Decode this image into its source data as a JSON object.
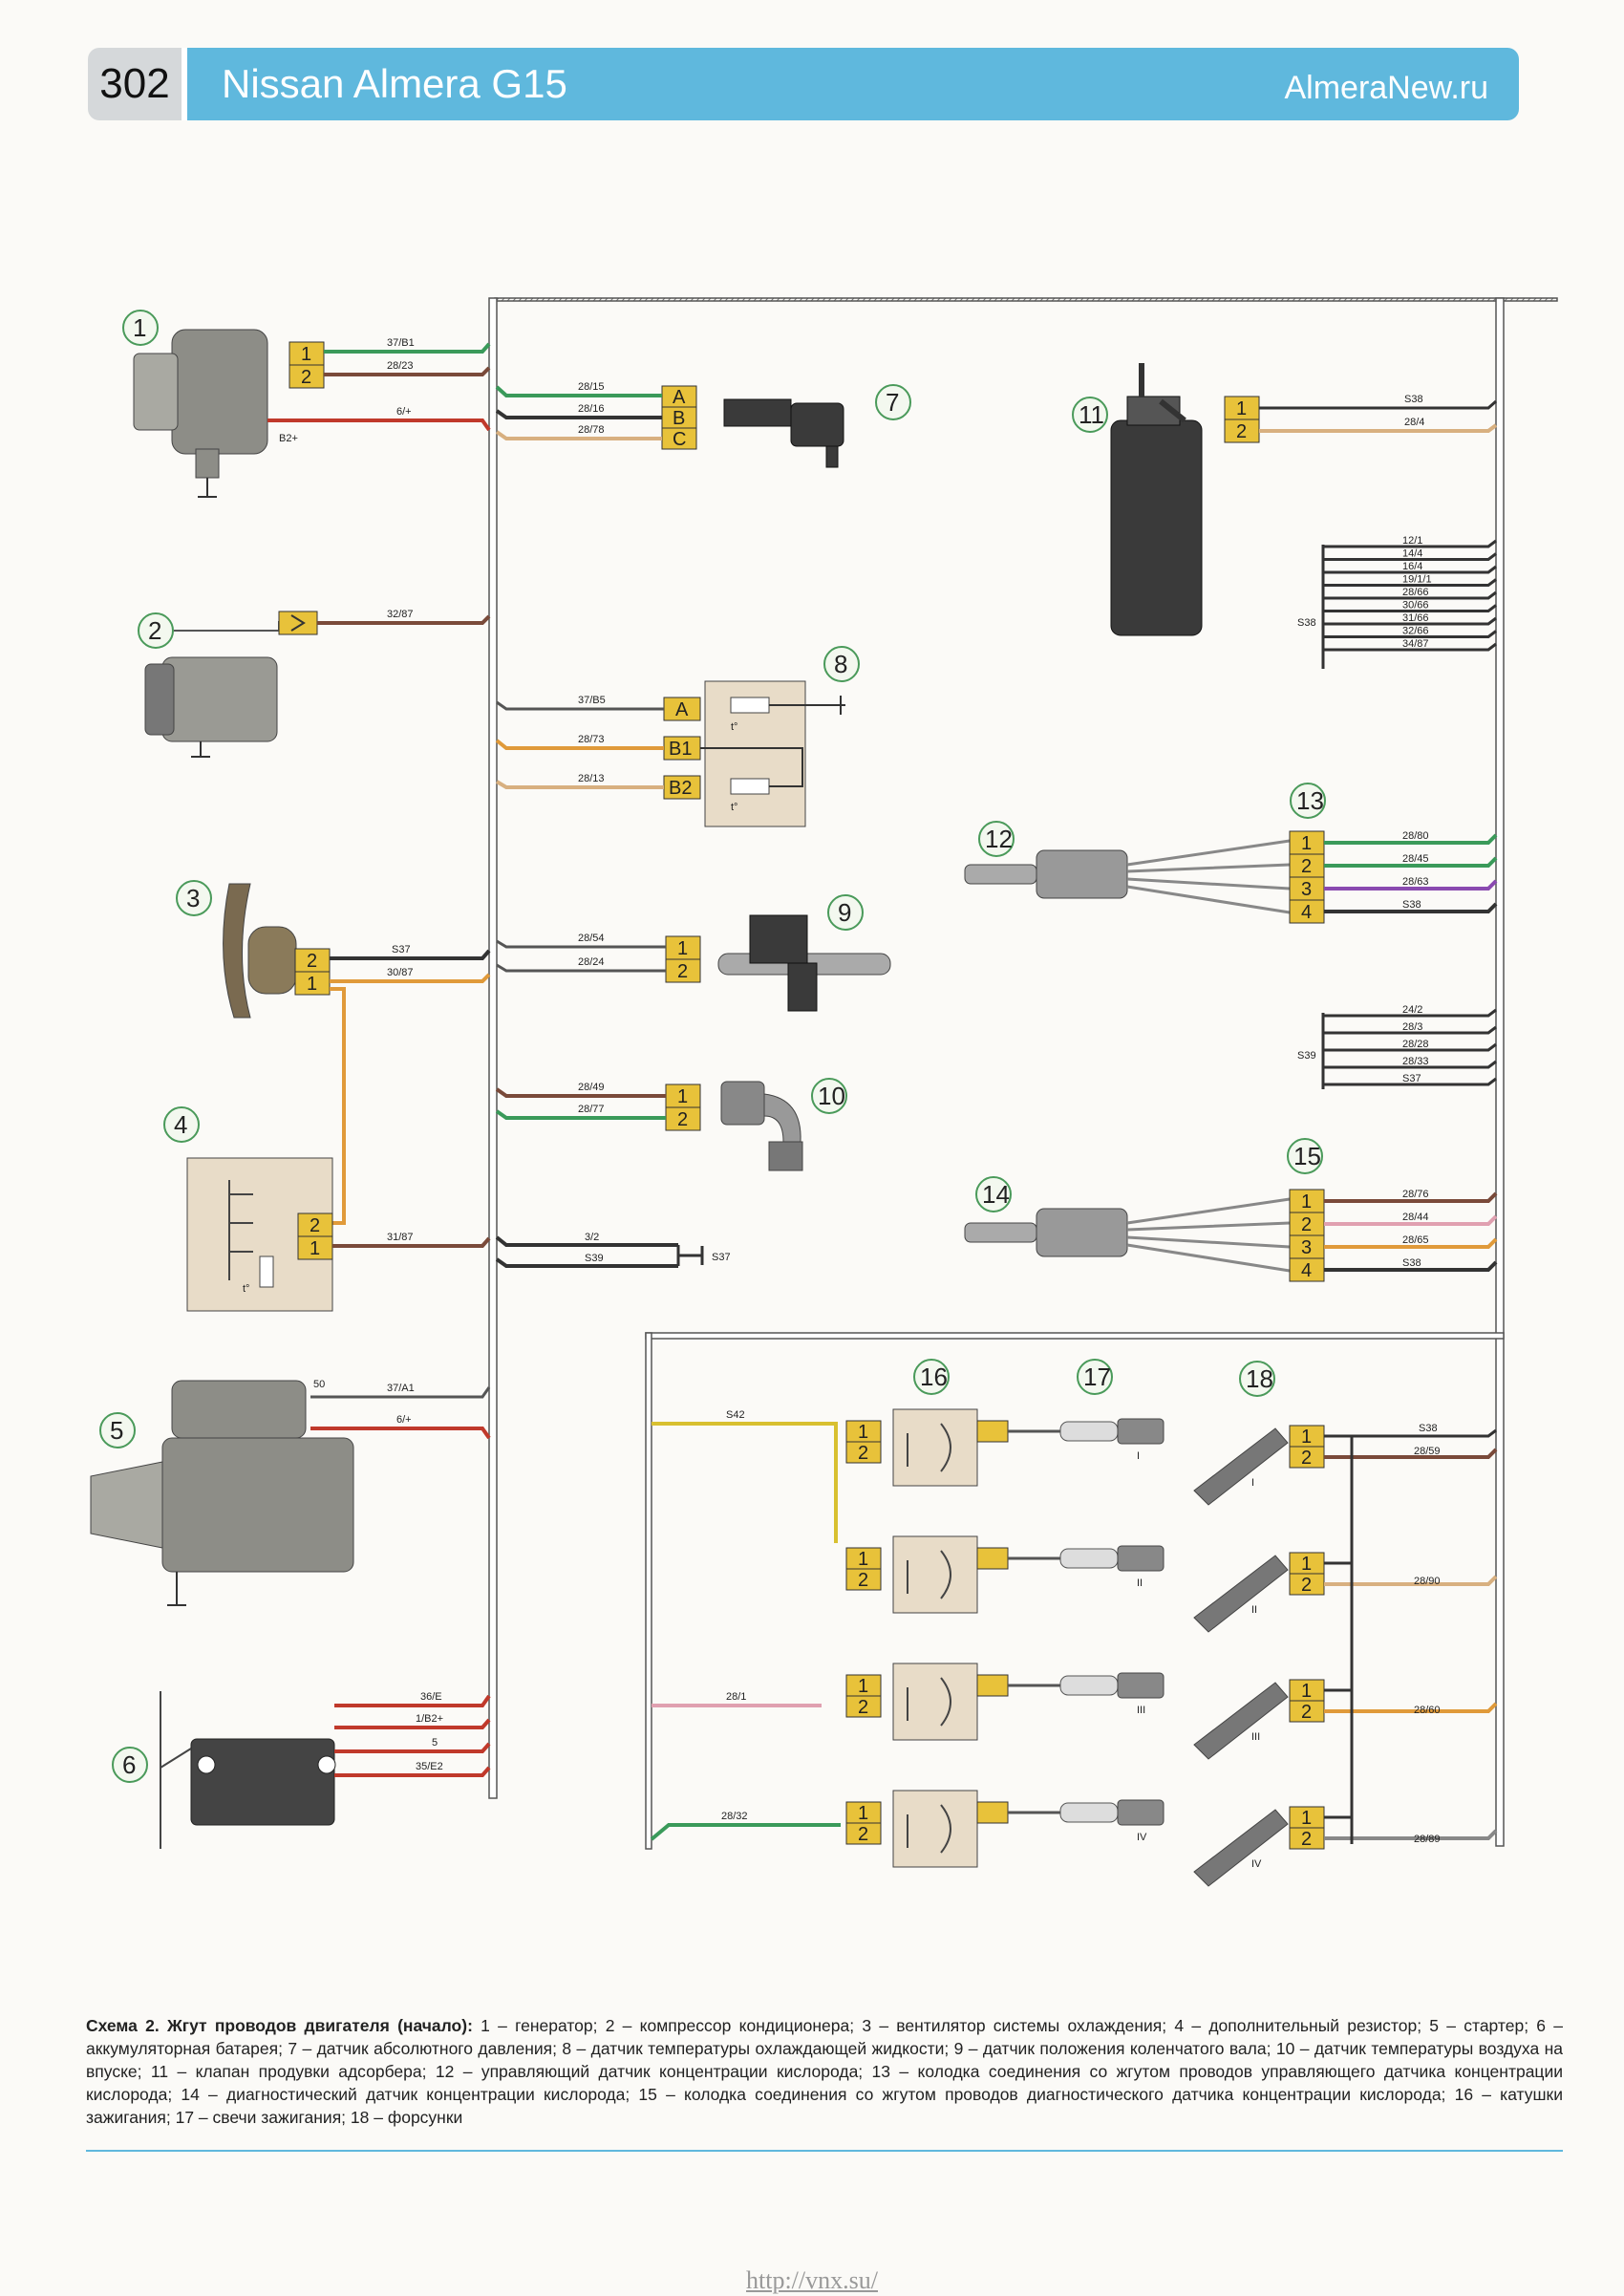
{
  "header": {
    "page_number": "302",
    "title": "Nissan Almera G15",
    "site": "AlmeraNew.ru"
  },
  "caption": {
    "label": "Схема 2. Жгут проводов двигателя (начало):",
    "text": "1 – генератор; 2 – компрессор кондиционера; 3 – вентилятор системы охлаждения; 4 – дополнительный резистор; 5 – стартер; 6 – аккумуляторная батарея; 7 – датчик абсолютного давления; 8 – датчик температуры охлаждающей жидкости; 9 – датчик положения коленчатого вала; 10 – датчик температуры воздуха на впуске; 11 – клапан продувки адсорбера; 12 – управляющий датчик концентрации кислорода; 13 – колодка соединения со жгутом проводов управляющего датчика концентрации кислорода; 14 – диагностический датчик концентрации кислорода; 15 – колодка соединения со жгутом проводов диагностического датчика концентрации кислорода; 16 – катушки зажигания; 17 – свечи зажигания; 18 – форсунки"
  },
  "footer": {
    "url": "http://vnx.su/"
  },
  "colors": {
    "accent": "#5fb8dd",
    "connector": "#e8c23a",
    "wire_green": "#3a9a5a",
    "wire_red": "#c0392b",
    "wire_brown": "#7a4a3a",
    "wire_orange": "#e09a3a",
    "wire_pink": "#e0a0b0",
    "wire_black": "#333333",
    "wire_grey": "#888888",
    "wire_yellow": "#d8c030",
    "wire_violet": "#8a4ab0",
    "wire_tan": "#d8b080"
  },
  "diagram": {
    "components": {
      "c1": "1",
      "c2": "2",
      "c3": "3",
      "c4": "4",
      "c5": "5",
      "c6": "6",
      "c7": "7",
      "c8": "8",
      "c9": "9",
      "c10": "10",
      "c11": "11",
      "c12": "12",
      "c13": "13",
      "c14": "14",
      "c15": "15",
      "c16": "16",
      "c17": "17",
      "c18": "18"
    },
    "wires": {
      "w1a": "37/B1",
      "w1b": "28/23",
      "w1c": "6/+",
      "b2": "B2+",
      "w2": "32/87",
      "w3a": "S37",
      "w3b": "30/87",
      "w4": "31/87",
      "w5a": "37/A1",
      "w5b": "6/+",
      "w5c": "50",
      "w6a": "36/E",
      "w6b": "1/B2+",
      "w6c": "5",
      "w6d": "35/E2",
      "w7a": "28/15",
      "w7b": "28/16",
      "w7c": "28/78",
      "w8a": "37/B5",
      "w8b": "28/73",
      "w8c": "28/13",
      "w9a": "28/54",
      "w9b": "28/24",
      "w10a": "28/49",
      "w10b": "28/77",
      "wgnd1": "3/2",
      "wgnd2": "S39",
      "s37": "S37",
      "w11a": "S38",
      "w11b": "28/4",
      "bundle1": [
        "12/1",
        "14/4",
        "16/4",
        "19/1/1",
        "28/66",
        "30/66",
        "31/66",
        "32/66",
        "34/87"
      ],
      "bundle1_label": "S38",
      "w13": [
        "28/80",
        "28/45",
        "28/63",
        "S38"
      ],
      "bundle2": [
        "24/2",
        "28/3",
        "28/28",
        "28/33",
        "S37"
      ],
      "bundle2_label": "S39",
      "w15": [
        "28/76",
        "28/44",
        "28/65",
        "S38"
      ],
      "w16a": "S42",
      "w16b": "28/1",
      "w16c": "28/32",
      "w18a": "S38",
      "w18b": "28/59",
      "w18c": "28/90",
      "w18d": "28/60",
      "w18e": "28/89"
    },
    "pins": {
      "p12": [
        "1",
        "2"
      ],
      "pABC": [
        "A",
        "B",
        "C"
      ],
      "p8": [
        "A",
        "B1",
        "B2"
      ],
      "p1234": [
        "1",
        "2",
        "3",
        "4"
      ]
    },
    "romans": [
      "I",
      "II",
      "III",
      "IV"
    ],
    "tsym": "t°"
  }
}
